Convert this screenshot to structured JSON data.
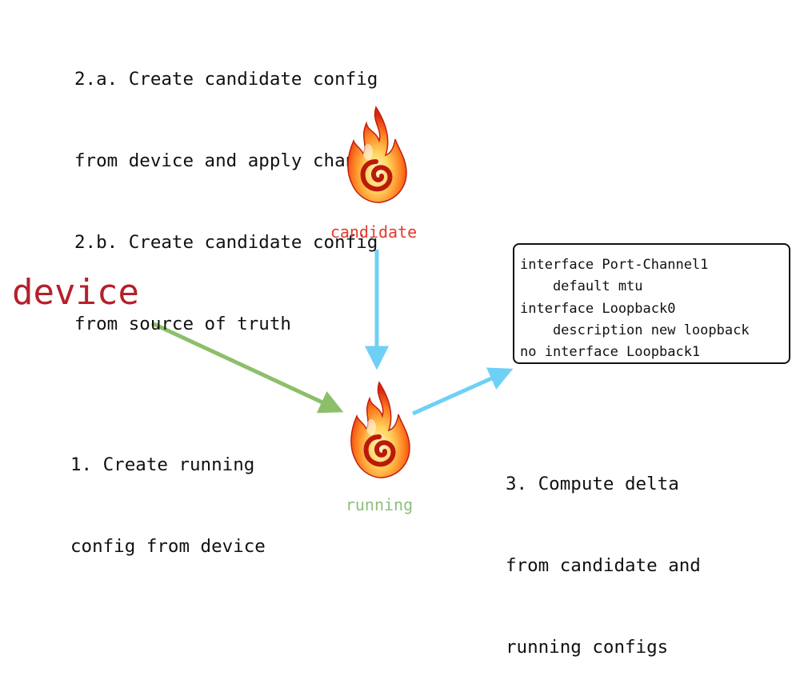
{
  "steps": {
    "step2": [
      "2.a. Create candidate config",
      "from device and apply changes",
      "2.b. Create candidate config",
      "from source of truth"
    ],
    "step1": [
      "1. Create running",
      "config from device"
    ],
    "step3": [
      "3. Compute delta",
      "from candidate and",
      "running configs"
    ]
  },
  "nodes": {
    "device": {
      "label": "device",
      "color": "#b5202a"
    },
    "candidate": {
      "label": "candidate",
      "color": "#e53a2a",
      "icon": "flame-icon"
    },
    "running": {
      "label": "running",
      "color": "#8ec07a",
      "icon": "flame-icon"
    }
  },
  "delta": {
    "lines": [
      "interface Port-Channel1",
      "    default mtu",
      "interface Loopback0",
      "    description new loopback",
      "no interface Loopback1"
    ]
  },
  "colors": {
    "device_to_running_arrow": "#8dbf6b",
    "candidate_to_running_arrow": "#6fd0f5",
    "running_to_delta_arrow": "#6fd0f5"
  }
}
